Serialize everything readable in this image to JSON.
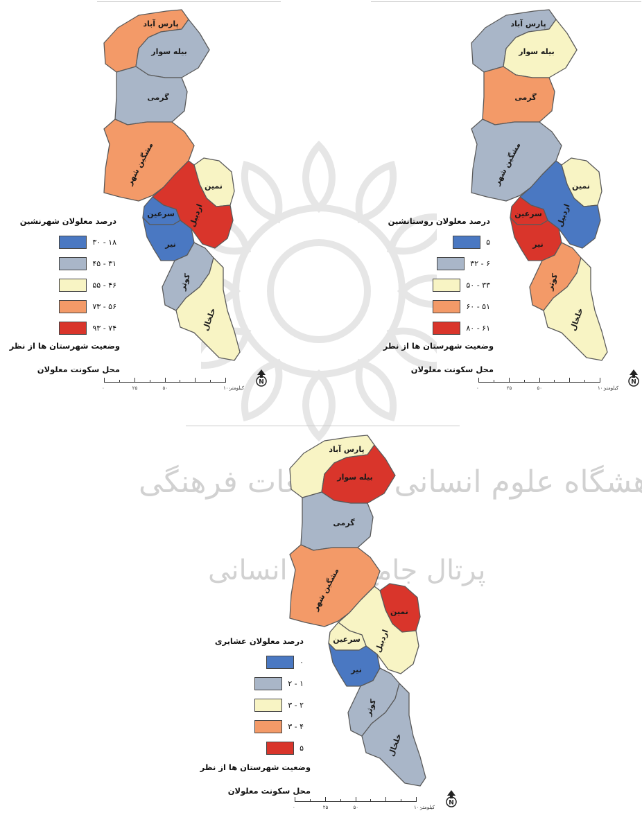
{
  "colors": {
    "blue": "#4a78c2",
    "gray": "#a9b6c8",
    "cream": "#f8f4c4",
    "orange": "#f39a68",
    "red": "#d9352b",
    "border": "#5a5a5a"
  },
  "region_names": {
    "parsabad": "پارس آباد",
    "bilesavar": "بیله سوار",
    "germi": "گرمی",
    "meshgin": "مشگین شهر",
    "namin": "نمین",
    "ardabil": "اردبیل",
    "sareyn": "سرعین",
    "nir": "نیر",
    "kowsar": "کوثر",
    "khalkhal": "خلخال"
  },
  "panels": {
    "urban": {
      "legend_title": "درصد معلولان شهرنشین",
      "legend": [
        {
          "range": "۱۸ - ۳۰",
          "color": "#4a78c2"
        },
        {
          "range": "۳۱ - ۴۵",
          "color": "#a9b6c8"
        },
        {
          "range": "۴۶ - ۵۵",
          "color": "#f8f4c4"
        },
        {
          "range": "۵۶ - ۷۳",
          "color": "#f39a68"
        },
        {
          "range": "۷۴ - ۹۳",
          "color": "#d9352b"
        }
      ],
      "status_line1": "وضعیت شهرستان ها از نظر",
      "status_line2": "محل سکونت معلولان",
      "classes": {
        "parsabad": 3,
        "bilesavar": 1,
        "germi": 1,
        "meshgin": 3,
        "namin": 2,
        "ardabil": 4,
        "sareyn": 0,
        "nir": 0,
        "kowsar": 1,
        "khalkhal": 2
      }
    },
    "rural": {
      "legend_title": "درصد معلولان روستانشین",
      "legend": [
        {
          "range": "۵",
          "color": "#4a78c2"
        },
        {
          "range": "۶ - ۳۲",
          "color": "#a9b6c8"
        },
        {
          "range": "۳۳ - ۵۰",
          "color": "#f8f4c4"
        },
        {
          "range": "۵۱ - ۶۰",
          "color": "#f39a68"
        },
        {
          "range": "۶۱ - ۸۰",
          "color": "#d9352b"
        }
      ],
      "status_line1": "وضعیت شهرستان ها از نظر",
      "status_line2": "محل سکونت معلولان",
      "classes": {
        "parsabad": 1,
        "bilesavar": 2,
        "germi": 3,
        "meshgin": 1,
        "namin": 2,
        "ardabil": 0,
        "sareyn": 4,
        "nir": 4,
        "kowsar": 3,
        "khalkhal": 2
      }
    },
    "tribal": {
      "legend_title": "درصد معلولان عشایری",
      "legend": [
        {
          "range": "۰",
          "color": "#4a78c2"
        },
        {
          "range": "۱ - ۲",
          "color": "#a9b6c8"
        },
        {
          "range": "۲ - ۳",
          "color": "#f8f4c4"
        },
        {
          "range": "۴ - ۳",
          "color": "#f39a68"
        },
        {
          "range": "۵",
          "color": "#d9352b"
        }
      ],
      "status_line1": "وضعیت شهرستان ها از نظر",
      "status_line2": "محل سکونت معلولان",
      "classes": {
        "parsabad": 2,
        "bilesavar": 4,
        "germi": 1,
        "meshgin": 3,
        "namin": 4,
        "ardabil": 2,
        "sareyn": 2,
        "nir": 0,
        "kowsar": 1,
        "khalkhal": 1
      }
    }
  },
  "scale": {
    "ticks": [
      "۰",
      "۲۵",
      "۵۰",
      "۱۰۰"
    ],
    "unit": "کیلومتر"
  },
  "north_label": "N",
  "watermark": {
    "line1": "پژوهشگاه علوم انسانی و مطالعات فرهنگی",
    "line2": "پرتال جامع علوم انسانی"
  }
}
